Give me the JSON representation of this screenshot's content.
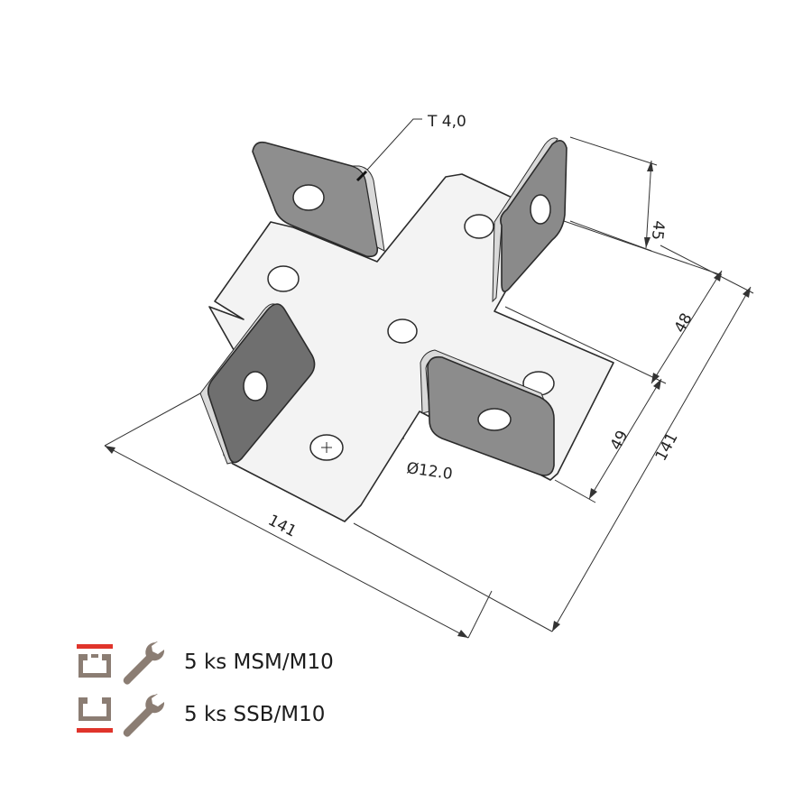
{
  "drawing": {
    "thickness_label": "T  4,0",
    "hole_label": "Ø12.0",
    "dimensions": {
      "tab_height": "45",
      "tab_spacing_upper": "48",
      "tab_spacing_lower": "49",
      "width_front": "141",
      "width_right": "141"
    }
  },
  "legend": {
    "items": [
      {
        "label": "5 ks MSM/M10",
        "icons": [
          "profile-icon",
          "wrench-icon"
        ]
      },
      {
        "label": "5 ks SSB/M10",
        "icons": [
          "profile-icon",
          "wrench-icon"
        ]
      }
    ]
  },
  "colors": {
    "plate": "#f2f2f2",
    "tab_face": "#8c8c8c",
    "tab_face_dark": "#6e6e6e",
    "edge": "#2b2b2b",
    "icon_gray": "#8b7d73",
    "icon_red": "#e0342b"
  }
}
